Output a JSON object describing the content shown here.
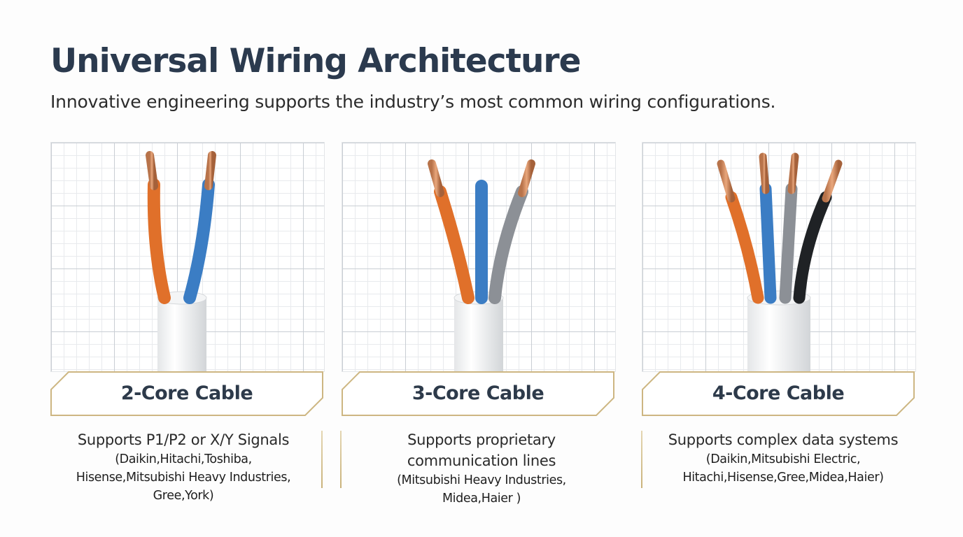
{
  "header": {
    "title": "Universal Wiring Architecture",
    "subtitle": "Innovative engineering supports the industry’s most common wiring configurations."
  },
  "accent_color": "#c9b27a",
  "cables": [
    {
      "label": "2-Core Cable",
      "description": "Supports P1/P2 or X/Y Signals",
      "brands": [
        "(Daikin,Hitachi,Toshiba,",
        "Hisense,Mitsubishi Heavy Industries,",
        "Gree,York)"
      ],
      "core_colors": [
        "orange",
        "blue"
      ]
    },
    {
      "label": "3-Core Cable",
      "description": [
        "Supports proprietary",
        "communication lines"
      ],
      "brands": [
        "(Mitsubishi Heavy Industries,",
        "Midea,Haier )"
      ],
      "core_colors": [
        "orange",
        "blue",
        "gray"
      ]
    },
    {
      "label": "4-Core Cable",
      "description": "Supports complex data systems",
      "brands": [
        "(Daikin,Mitsubishi Electric,",
        "Hitachi,Hisense,Gree,Midea,Haier)"
      ],
      "core_colors": [
        "orange",
        "blue",
        "gray",
        "black"
      ]
    }
  ]
}
